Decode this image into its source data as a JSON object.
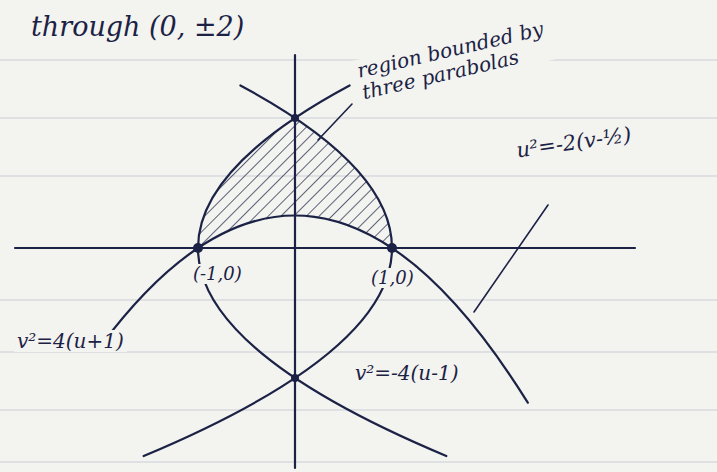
{
  "diagram": {
    "labels": [
      "through (0, ±2)",
      "region bounded by three parabolas",
      "u²=-2(v-½)",
      "(-1,0)",
      "(1,0)",
      "v²=4(u+1)",
      "v²=-4(u-1)"
    ]
  }
}
